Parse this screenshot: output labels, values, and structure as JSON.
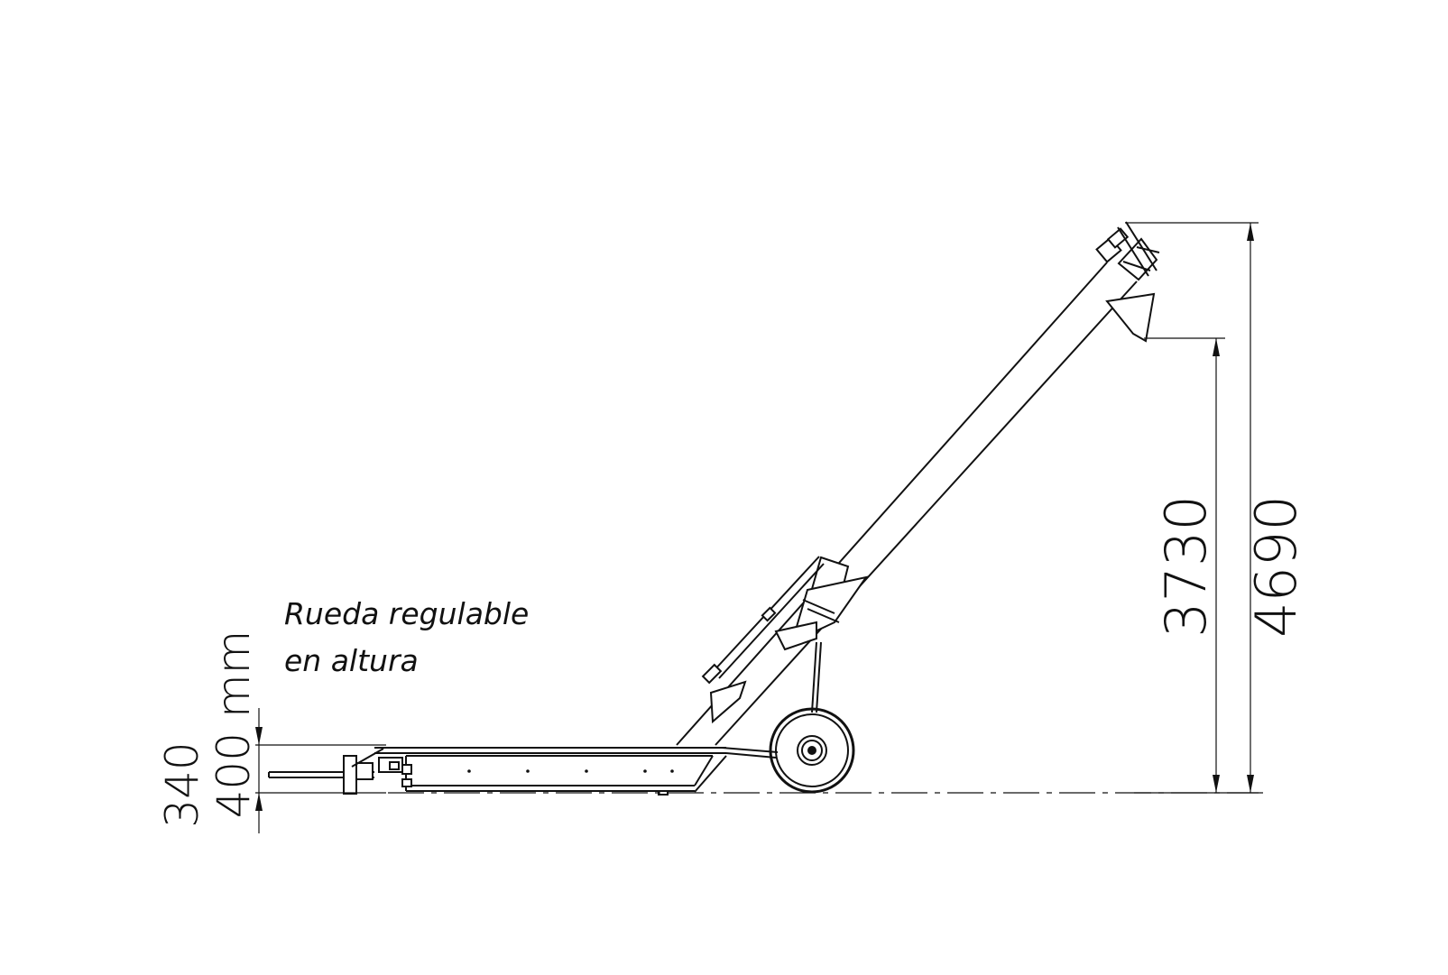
{
  "annotations": {
    "note_line1": "Rueda regulable",
    "note_line2": "en altura"
  },
  "dimensions": {
    "total_height": "4690",
    "discharge_height": "3730",
    "wheel_height_max": "400 mm",
    "wheel_height_min": "340"
  },
  "colors": {
    "line": "#111111",
    "background": "#ffffff"
  }
}
